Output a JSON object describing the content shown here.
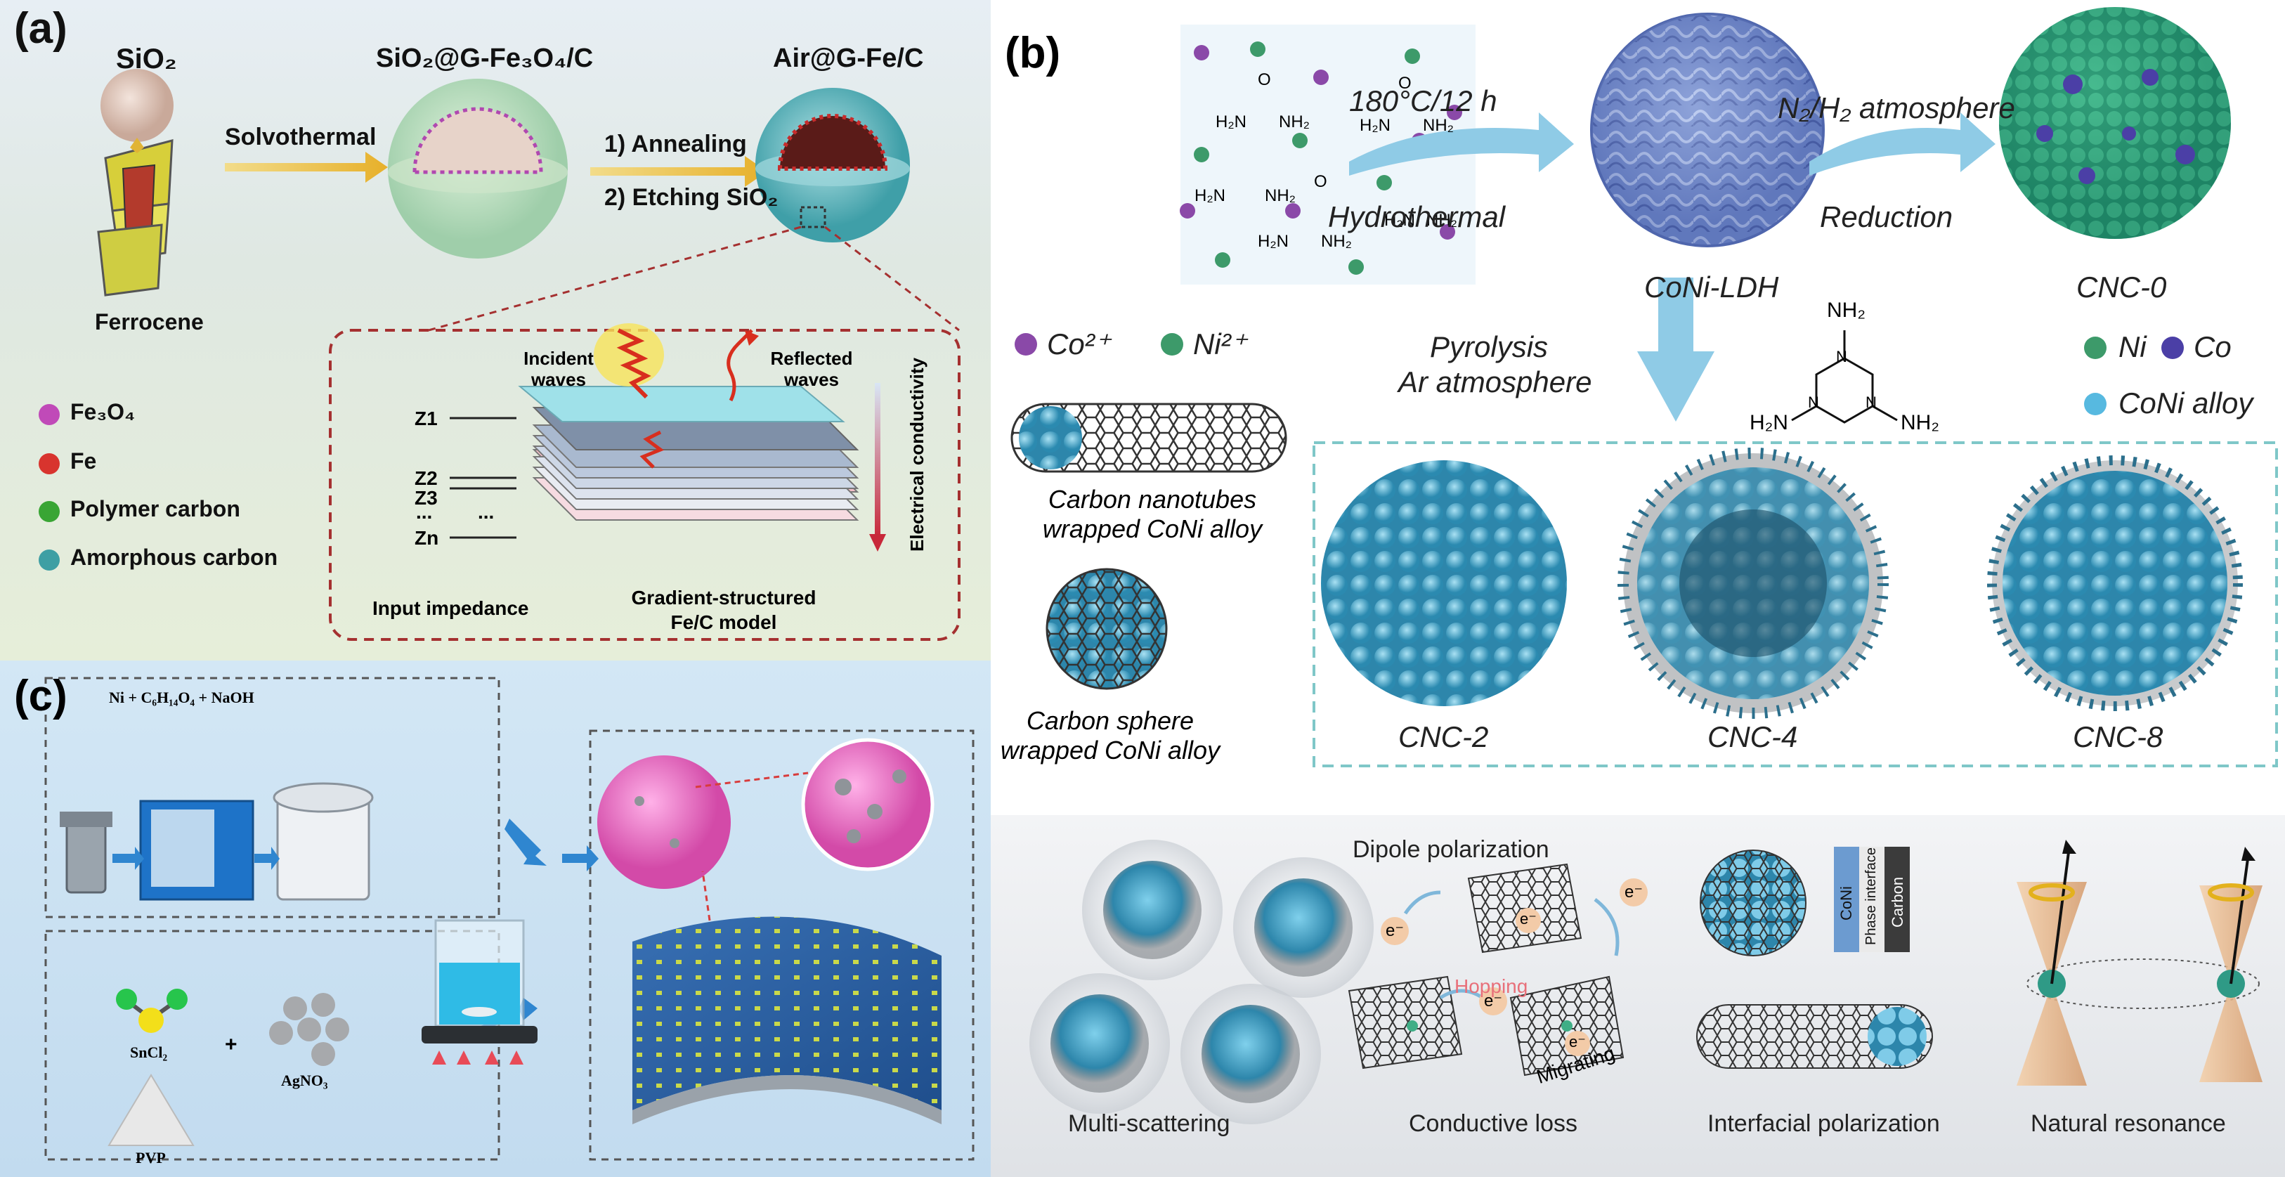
{
  "panel_a": {
    "label": "(a)",
    "sio2": "SiO₂",
    "ferrocene": "Ferrocene",
    "solvothermal": "Solvothermal",
    "intermediate": "SiO₂@G-Fe₃O₄/C",
    "product": "Air@G-Fe/C",
    "step1": "1) Annealing",
    "step2": "2) Etching SiO₂",
    "legend": [
      "Fe₃O₄",
      "Fe",
      "Polymer carbon",
      "Amorphous carbon"
    ],
    "incident": "Incident waves",
    "reflected": "Reflected waves",
    "z1": "Z1",
    "z2": "Z2",
    "z3": "Z3",
    "zdots": "...",
    "zdots2": "...",
    "zn": "Zn",
    "conductivity": "Electrical conductivity",
    "impedance": "Input impedance",
    "model_line1": "Gradient-structured",
    "model_line2": "Fe/C model"
  },
  "panel_b": {
    "label": "(b)",
    "temp": "180°C/12 h",
    "hydrothermal": "Hydrothermal",
    "atmos": "N₂/H₂ atmosphere",
    "reduction": "Reduction",
    "ldh": "CoNi-LDH",
    "cnc0": "CNC-0",
    "co2": "Co²⁺",
    "ni2": "Ni²⁺",
    "pyrolysis": "Pyrolysis",
    "ar": "Ar atmosphere",
    "ni": "Ni",
    "co": "Co",
    "alloy": "CoNi alloy",
    "cnt_line1": "Carbon nanotubes",
    "cnt_line2": "wrapped CoNi alloy",
    "cs_line1": "Carbon sphere",
    "cs_line2": "wrapped CoNi alloy",
    "cnc2": "CNC-2",
    "cnc4": "CNC-4",
    "cnc8": "CNC-8",
    "nh2": "NH₂",
    "h2n": "H₂N",
    "n": "N",
    "o": "O"
  },
  "panel_c": {
    "label": "(c)",
    "reagents": "Ni + C₆H₁₄O₄ + NaOH",
    "sncl2": "SnCl₂",
    "plus": "+",
    "agno3": "AgNO₃",
    "pvp": "PVP"
  },
  "panel_d": {
    "dipole": "Dipole polarization",
    "hopping": "Hopping",
    "migrating": "Migrating",
    "e": "e⁻",
    "coni": "CoNi",
    "phase": "Phase interface",
    "carbon": "Carbon",
    "captions": [
      "Multi-scattering",
      "Conductive loss",
      "Interfacial polarization",
      "Natural resonance"
    ]
  },
  "colors": {
    "teal": "#3aa5cc",
    "arrow_blue": "#8fcbe6",
    "fe3o4": "#c04ab8",
    "fe": "#d8342e",
    "polymer": "#39a534",
    "amorphous": "#3e9fa4",
    "co_ion": "#8a49a8",
    "ni_ion": "#3d9a6a",
    "dashed_red": "#a53030"
  }
}
